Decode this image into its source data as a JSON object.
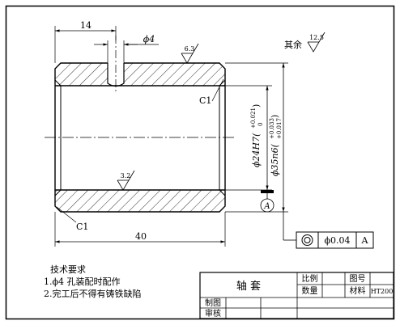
{
  "dimensions": {
    "groove_offset": "14",
    "hole_dia": "ϕ4",
    "length": "40",
    "inner_dia": "ϕ24H7(",
    "inner_tol_upper": "+0.021",
    "inner_tol_lower": "0",
    "outer_dia": "ϕ35n6(",
    "outer_tol_upper": "+0.033",
    "outer_tol_lower": "+0.017"
  },
  "chamfers": {
    "top": "C1",
    "bottom": "C1"
  },
  "roughness": {
    "outer": "6.3",
    "inner": "3.2",
    "rest_label": "其余",
    "rest_value": "12.5"
  },
  "datum": {
    "letter": "A"
  },
  "tolerance_frame": {
    "value": "ϕ0.04",
    "datum": "A"
  },
  "notes": {
    "title": "技术要求",
    "lines": [
      "1.ϕ4 孔装配时配作",
      "2.完工后不得有铸铁缺陷"
    ]
  },
  "title_block": {
    "part_name": "轴 套",
    "scale_label": "比例",
    "quantity_label": "数量",
    "drawing_no_label": "图号",
    "material_label": "材料",
    "material_value": "HT200",
    "drawn_label": "制图",
    "checked_label": "审核"
  }
}
